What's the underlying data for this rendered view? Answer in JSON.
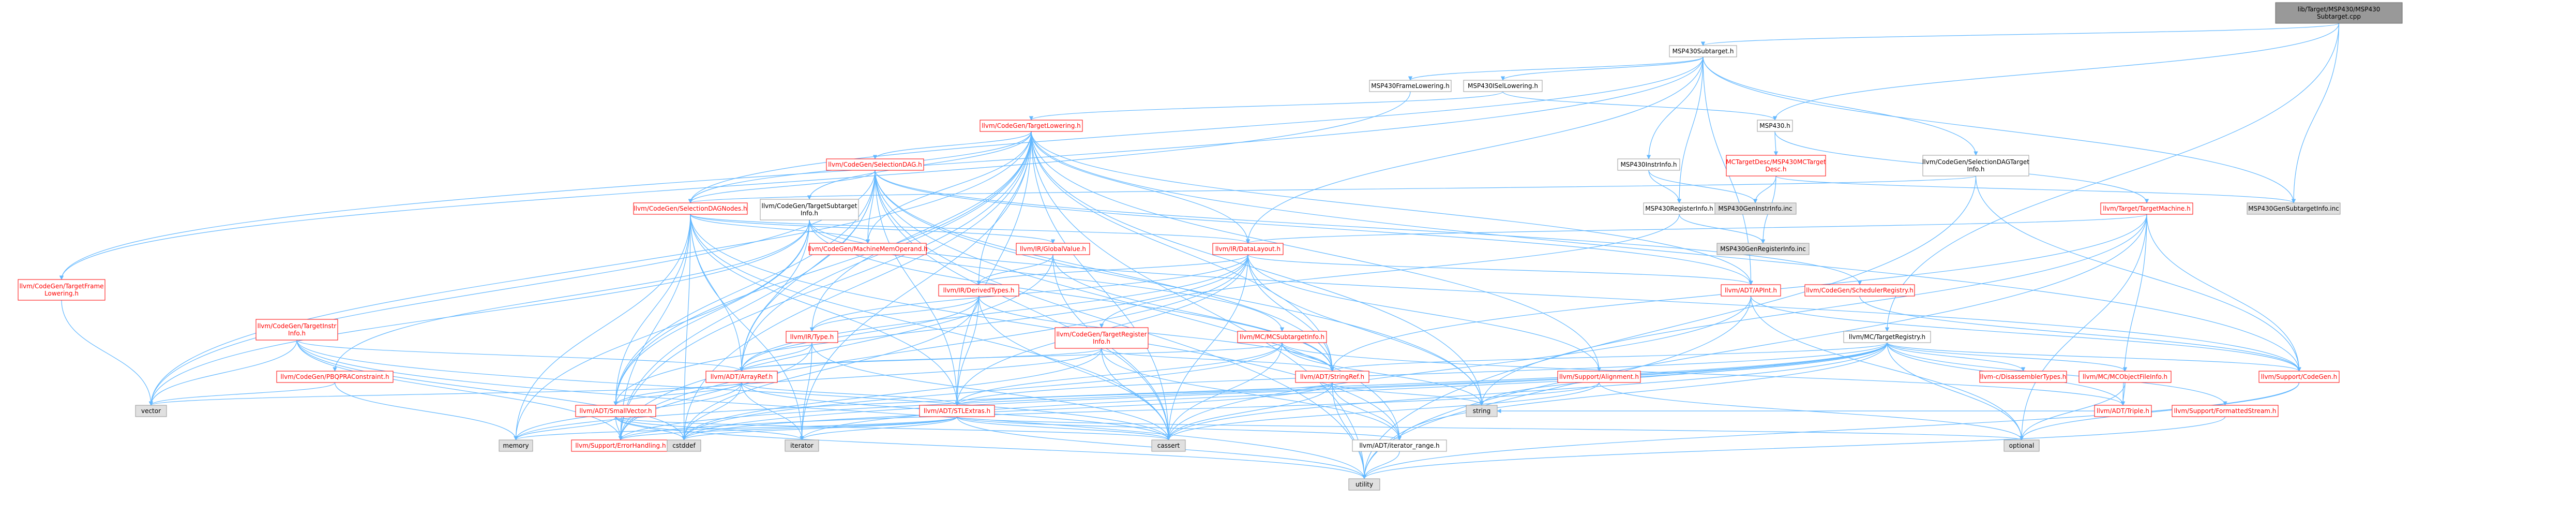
{
  "graph": {
    "title": "lib/Target/MSP430/MSP430Subtarget.cpp",
    "colors": {
      "edge": "#63b8ff",
      "link_text": "#ff0000",
      "plain_text": "#000000",
      "link_border": "#ff0000",
      "plain_border": "#999999",
      "ext_fill": "#e0e0e0",
      "ext_border": "#999999",
      "root_fill": "#999999",
      "root_border": "#666666",
      "node_fill": "#ffffff"
    },
    "nodes": [
      {
        "id": "root",
        "lines": [
          "lib/Target/MSP430/MSP430",
          "Subtarget.cpp"
        ],
        "style": "root"
      },
      {
        "id": "MSP430Subtarget_h",
        "lines": [
          "MSP430Subtarget.h"
        ],
        "style": "plain"
      },
      {
        "id": "MSP430FrameLowering_h",
        "lines": [
          "MSP430FrameLowering.h"
        ],
        "style": "plain"
      },
      {
        "id": "MSP430ISelLowering_h",
        "lines": [
          "MSP430ISelLowering.h"
        ],
        "style": "plain"
      },
      {
        "id": "MSP430_h",
        "lines": [
          "MSP430.h"
        ],
        "style": "plain"
      },
      {
        "id": "CodeGenTargetLowering_h",
        "lines": [
          "llvm/CodeGen/TargetLowering.h"
        ],
        "style": "link"
      },
      {
        "id": "SelectionDAG_h",
        "lines": [
          "llvm/CodeGen/SelectionDAG.h"
        ],
        "style": "link"
      },
      {
        "id": "MSP430InstrInfo_h",
        "lines": [
          "MSP430InstrInfo.h"
        ],
        "style": "plain"
      },
      {
        "id": "MCTargetDesc_h",
        "lines": [
          "MCTargetDesc/MSP430MCTarget",
          "Desc.h"
        ],
        "style": "link"
      },
      {
        "id": "SelectionDAGTargetInfo_h",
        "lines": [
          "llvm/CodeGen/SelectionDAGTarget",
          "Info.h"
        ],
        "style": "plain"
      },
      {
        "id": "TargetMachine_h",
        "lines": [
          "llvm/Target/TargetMachine.h"
        ],
        "style": "link"
      },
      {
        "id": "SelectionDAGNodes_h",
        "lines": [
          "llvm/CodeGen/SelectionDAGNodes.h"
        ],
        "style": "link"
      },
      {
        "id": "TargetSubtargetInfo_h",
        "lines": [
          "llvm/CodeGen/TargetSubtarget",
          "Info.h"
        ],
        "style": "plain"
      },
      {
        "id": "MSP430GenInstrInfo_inc",
        "lines": [
          "MSP430GenInstrInfo.inc"
        ],
        "style": "ext"
      },
      {
        "id": "MSP430RegisterInfo_h",
        "lines": [
          "MSP430RegisterInfo.h"
        ],
        "style": "plain"
      },
      {
        "id": "MSP430GenSubtargetInfo_inc",
        "lines": [
          "MSP430GenSubtargetInfo.inc"
        ],
        "style": "ext"
      },
      {
        "id": "MSP430GenRegisterInfo_inc",
        "lines": [
          "MSP430GenRegisterInfo.inc"
        ],
        "style": "ext"
      },
      {
        "id": "TargetFrameLowering_h",
        "lines": [
          "llvm/CodeGen/TargetFrame",
          "Lowering.h"
        ],
        "style": "link"
      },
      {
        "id": "MachineMemOperand_h",
        "lines": [
          "llvm/CodeGen/MachineMemOperand.h"
        ],
        "style": "link"
      },
      {
        "id": "GlobalValue_h",
        "lines": [
          "llvm/IR/GlobalValue.h"
        ],
        "style": "link"
      },
      {
        "id": "DataLayout_h",
        "lines": [
          "llvm/IR/DataLayout.h"
        ],
        "style": "link"
      },
      {
        "id": "APInt_h",
        "lines": [
          "llvm/ADT/APInt.h"
        ],
        "style": "link"
      },
      {
        "id": "SchedulerRegistry_h",
        "lines": [
          "llvm/CodeGen/SchedulerRegistry.h"
        ],
        "style": "link"
      },
      {
        "id": "DerivedTypes_h",
        "lines": [
          "llvm/IR/DerivedTypes.h"
        ],
        "style": "link"
      },
      {
        "id": "TargetInstrInfo_h",
        "lines": [
          "llvm/CodeGen/TargetInstr",
          "Info.h"
        ],
        "style": "link"
      },
      {
        "id": "TargetRegisterInfo_h",
        "lines": [
          "llvm/CodeGen/TargetRegister",
          "Info.h"
        ],
        "style": "link"
      },
      {
        "id": "MCSubtargetInfo_h",
        "lines": [
          "llvm/MC/MCSubtargetInfo.h"
        ],
        "style": "link"
      },
      {
        "id": "TargetRegistry_h",
        "lines": [
          "llvm/MC/TargetRegistry.h"
        ],
        "style": "plain"
      },
      {
        "id": "IRType_h",
        "lines": [
          "llvm/IR/Type.h"
        ],
        "style": "link"
      },
      {
        "id": "PBQPRAConstraint_h",
        "lines": [
          "llvm/CodeGen/PBQPRAConstraint.h"
        ],
        "style": "link"
      },
      {
        "id": "ArrayRef_h",
        "lines": [
          "llvm/ADT/ArrayRef.h"
        ],
        "style": "link"
      },
      {
        "id": "StringRef_h",
        "lines": [
          "llvm/ADT/StringRef.h"
        ],
        "style": "link"
      },
      {
        "id": "Alignment_h",
        "lines": [
          "llvm/Support/Alignment.h"
        ],
        "style": "link"
      },
      {
        "id": "DisassemblerTypes_h",
        "lines": [
          "llvm-c/DisassemblerTypes.h"
        ],
        "style": "link"
      },
      {
        "id": "MCObjectFileInfo_h",
        "lines": [
          "llvm/MC/MCObjectFileInfo.h"
        ],
        "style": "link"
      },
      {
        "id": "CodeGen_h",
        "lines": [
          "llvm/Support/CodeGen.h"
        ],
        "style": "link"
      },
      {
        "id": "vector",
        "lines": [
          "vector"
        ],
        "style": "ext"
      },
      {
        "id": "SmallVector_h",
        "lines": [
          "llvm/ADT/SmallVector.h"
        ],
        "style": "link"
      },
      {
        "id": "STLExtras_h",
        "lines": [
          "llvm/ADT/STLExtras.h"
        ],
        "style": "link"
      },
      {
        "id": "string",
        "lines": [
          "string"
        ],
        "style": "ext"
      },
      {
        "id": "FormattedStream_h",
        "lines": [
          "llvm/Support/FormattedStream.h"
        ],
        "style": "link"
      },
      {
        "id": "Triple_h",
        "lines": [
          "llvm/ADT/Triple.h"
        ],
        "style": "link"
      },
      {
        "id": "ErrorHandling_h",
        "lines": [
          "llvm/Support/ErrorHandling.h"
        ],
        "style": "link"
      },
      {
        "id": "memory",
        "lines": [
          "memory"
        ],
        "style": "ext"
      },
      {
        "id": "cstddef",
        "lines": [
          "cstddef"
        ],
        "style": "ext"
      },
      {
        "id": "iterator",
        "lines": [
          "iterator"
        ],
        "style": "ext"
      },
      {
        "id": "cassert",
        "lines": [
          "cassert"
        ],
        "style": "ext"
      },
      {
        "id": "iterator_range_h",
        "lines": [
          "llvm/ADT/iterator_range.h"
        ],
        "style": "plain"
      },
      {
        "id": "optional",
        "lines": [
          "optional"
        ],
        "style": "ext"
      },
      {
        "id": "utility",
        "lines": [
          "utility"
        ],
        "style": "ext"
      }
    ]
  }
}
